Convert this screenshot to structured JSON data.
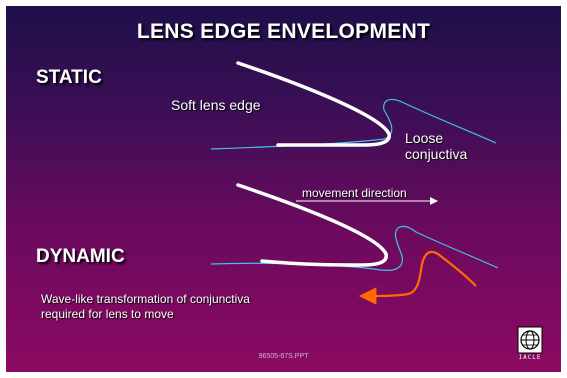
{
  "slide": {
    "title": "LENS EDGE ENVELOPMENT",
    "static_heading": "STATIC",
    "dynamic_heading": "DYNAMIC",
    "soft_lens_edge_label": "Soft lens edge",
    "loose_conjunctiva_label_line1": "Loose",
    "loose_conjunctiva_label_line2": "conjuctiva",
    "movement_direction_label": "movement direction",
    "wave_caption_line1": "Wave-like transformation of conjunctiva",
    "wave_caption_line2": "required for lens to move",
    "footer": "96505-67S.PPT",
    "logo_text": "IACLE"
  },
  "colors": {
    "lens_edge": "#ffffff",
    "conjunctiva": "#3fc3e8",
    "wave_arrow": "#ff6a00",
    "movement_arrow": "#ffffff"
  },
  "icons": {
    "logo": "globe-logo-icon"
  }
}
